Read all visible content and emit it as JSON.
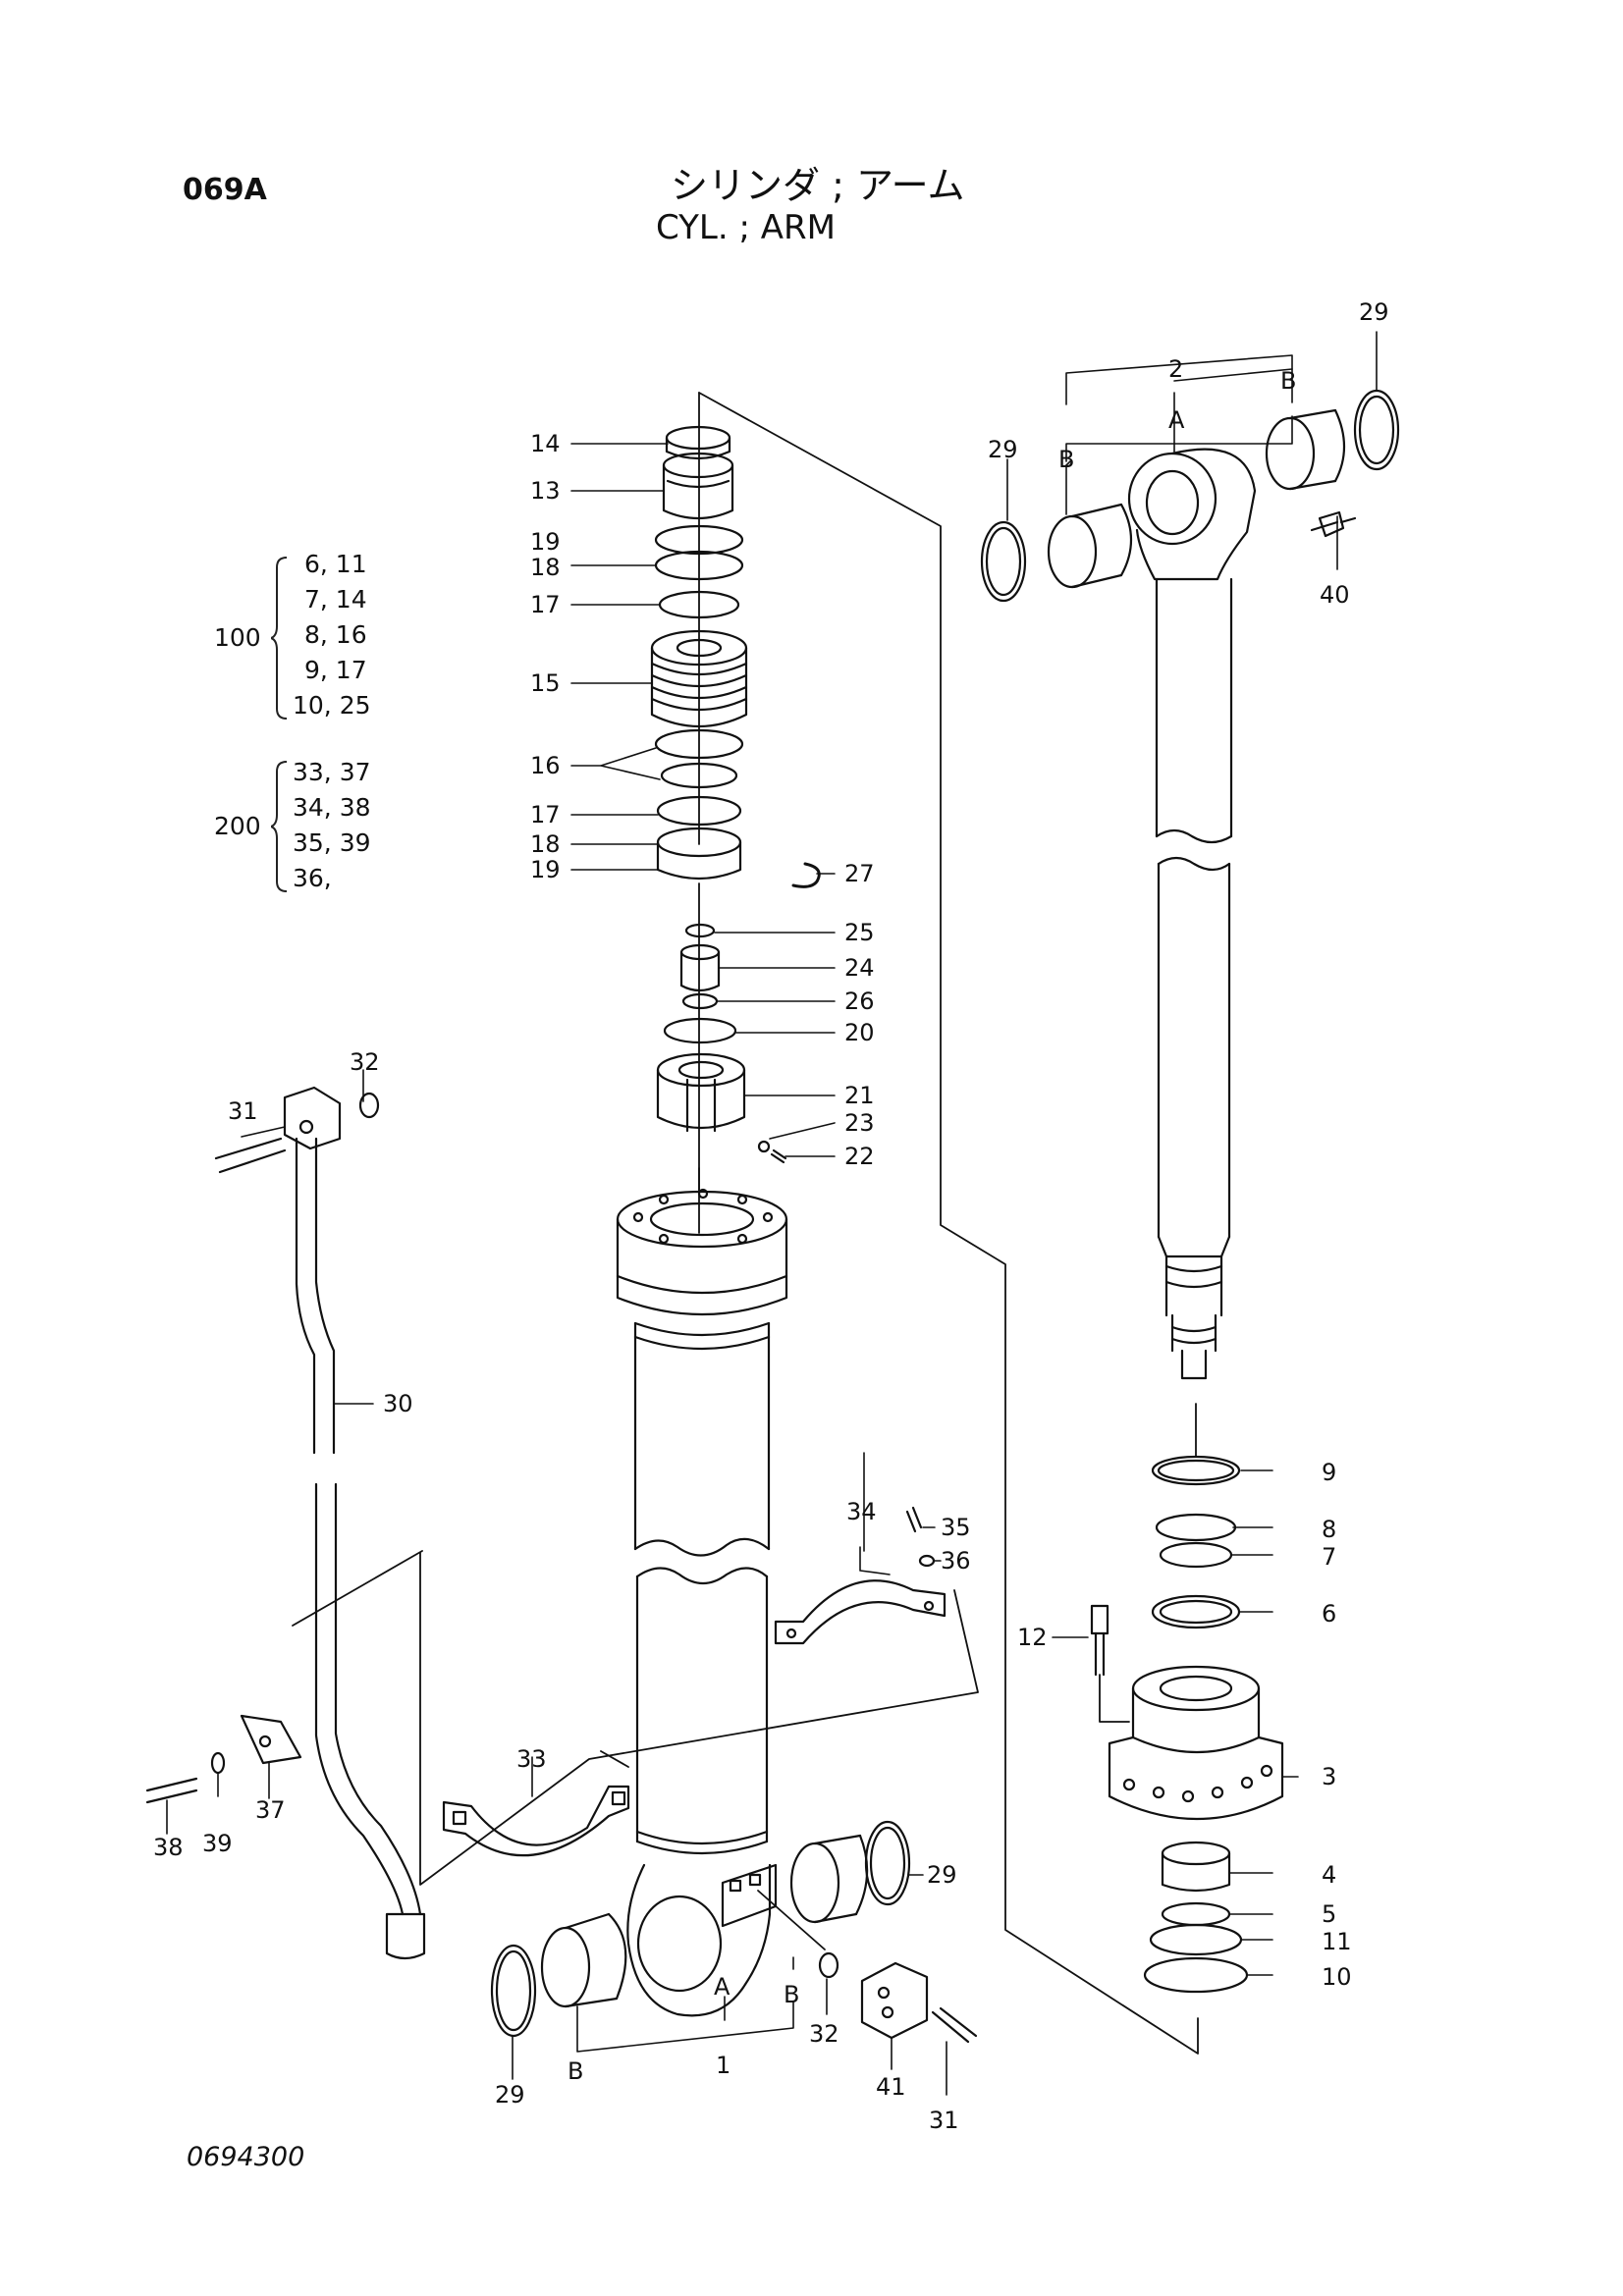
{
  "header": {
    "page_code": "069A",
    "title_ja": "シリンダ ; アーム",
    "title_en": "CYL. ; ARM"
  },
  "kits": [
    {
      "number": "100",
      "parts": [
        "6, 11",
        "7, 14",
        "8, 16",
        "9, 17",
        "10, 25"
      ]
    },
    {
      "number": "200",
      "parts": [
        "33, 37",
        "34, 38",
        "35, 39",
        "36,"
      ]
    }
  ],
  "callouts": {
    "p1": "1",
    "p2": "2",
    "p3": "3",
    "p4": "4",
    "p5": "5",
    "p6": "6",
    "p7": "7",
    "p8": "8",
    "p9": "9",
    "p10": "10",
    "p11": "11",
    "p12": "12",
    "p13": "13",
    "p14": "14",
    "p15": "15",
    "p16": "16",
    "p17": "17",
    "p18": "18",
    "p19": "19",
    "p20": "20",
    "p21": "21",
    "p22": "22",
    "p23": "23",
    "p24": "24",
    "p25": "25",
    "p26": "26",
    "p27": "27",
    "p29": "29",
    "p30": "30",
    "p31": "31",
    "p32": "32",
    "p33": "33",
    "p34": "34",
    "p35": "35",
    "p36": "36",
    "p37": "37",
    "p38": "38",
    "p39": "39",
    "p40": "40",
    "p41": "41",
    "A": "A",
    "B": "B"
  },
  "footer": {
    "drawing_number": "0694300"
  }
}
